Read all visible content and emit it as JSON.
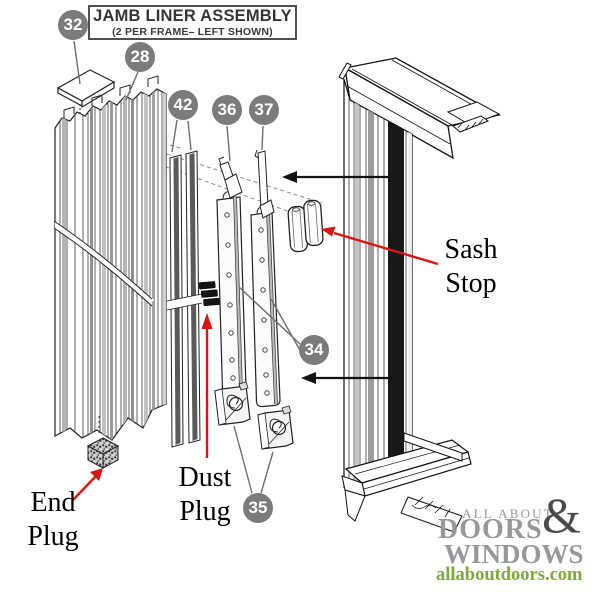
{
  "title_box": {
    "title": "JAMB LINER ASSEMBLY",
    "subtitle": "(2 PER FRAME– LEFT SHOWN)"
  },
  "badges": [
    {
      "number": "32"
    },
    {
      "number": "28"
    },
    {
      "number": "42"
    },
    {
      "number": "36"
    },
    {
      "number": "37"
    },
    {
      "number": "34"
    },
    {
      "number": "35"
    }
  ],
  "labels": {
    "end_plug": "End Plug",
    "dust_plug": "Dust Plug",
    "sash_stop": "Sash Stop"
  },
  "logo": {
    "line1": "ALL ABOUT",
    "line2": "DOORS",
    "ampersand": "&",
    "line3": "WINDOWS",
    "url": "allaboutdoors.com"
  },
  "colors": {
    "badge_gray": "#7b7b7b",
    "arrow_red": "#d9150e",
    "line_black": "#1a1a1a",
    "logo_gray": "#97989b",
    "logo_ampersand": "#4a4a4a",
    "logo_green": "#7fa83d"
  }
}
